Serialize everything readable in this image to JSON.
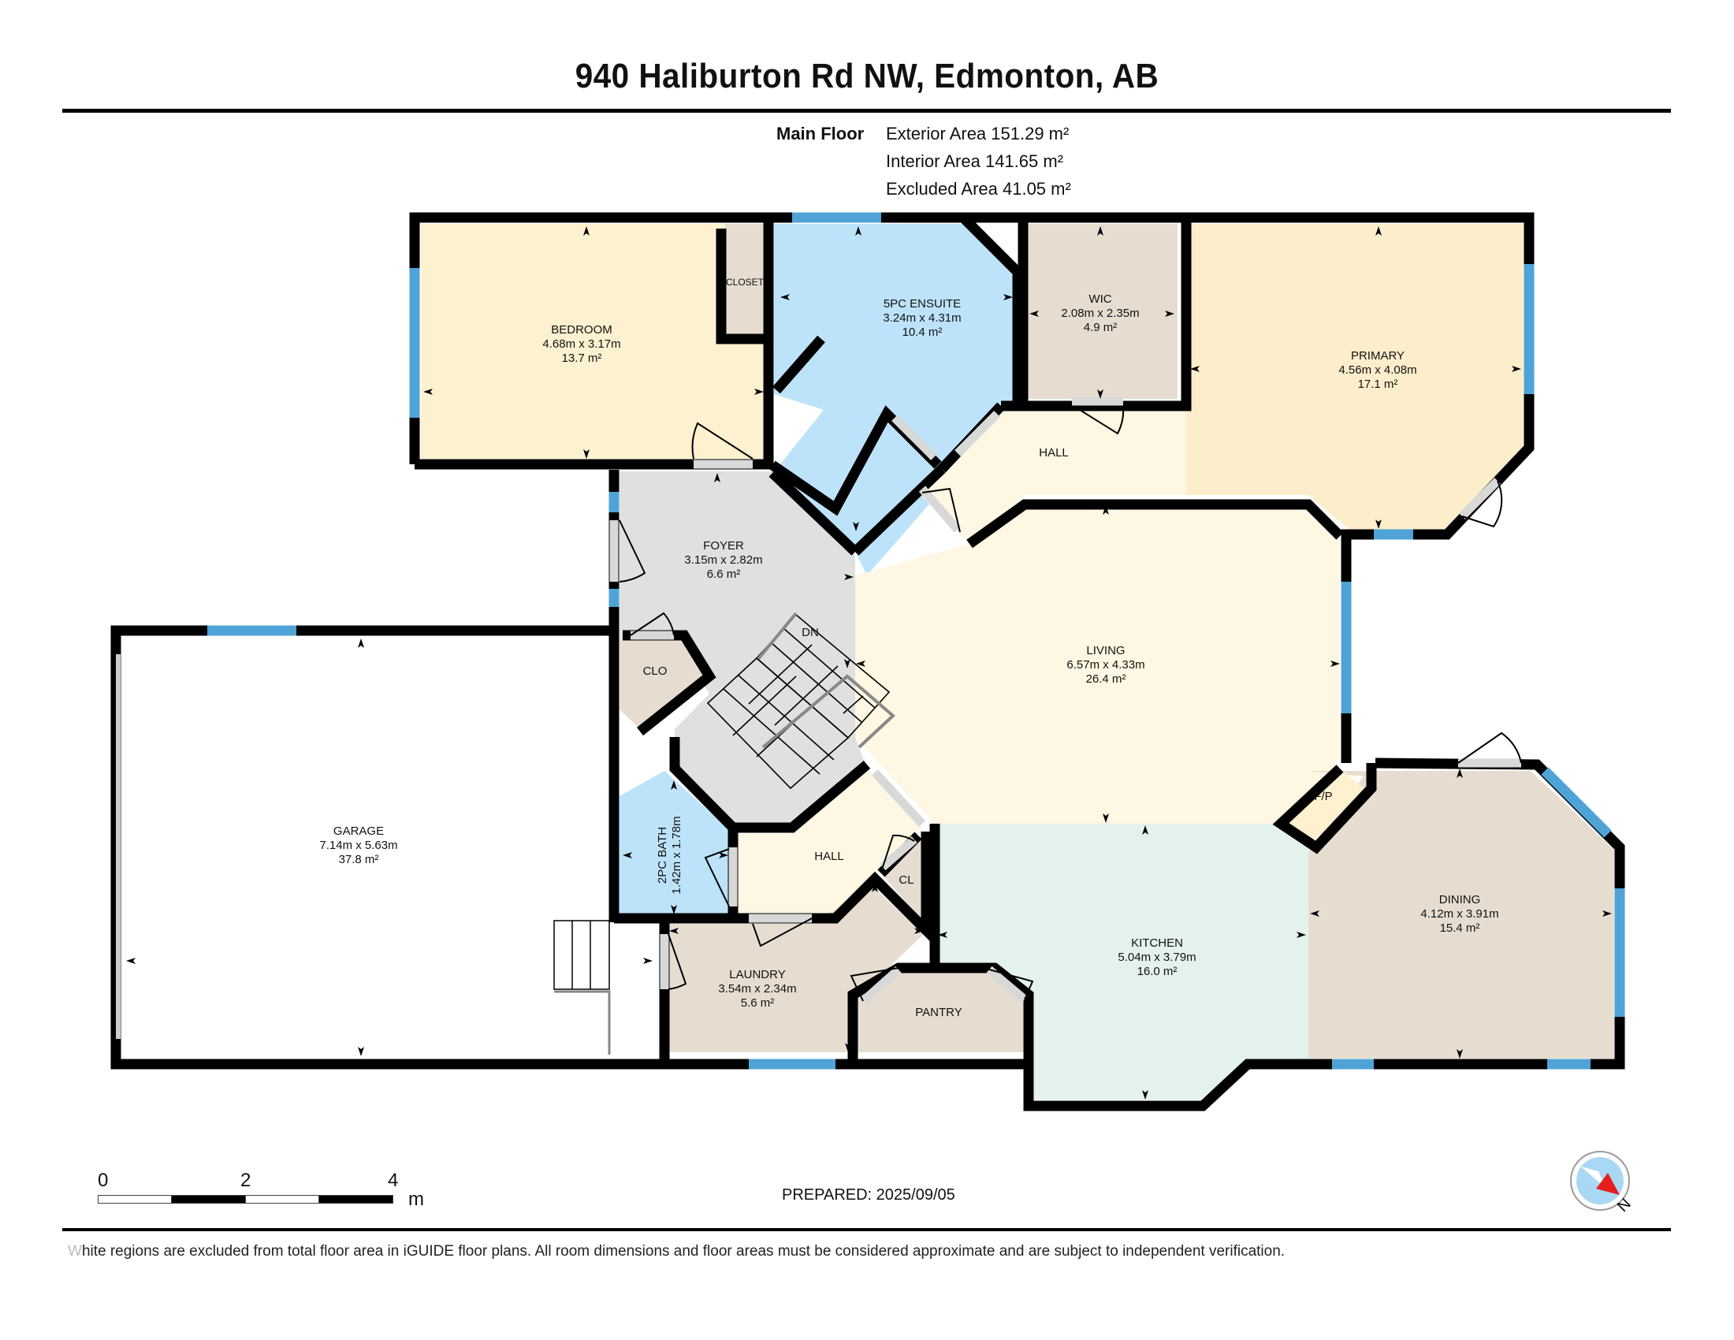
{
  "header": {
    "title": "940 Haliburton Rd NW, Edmonton, AB"
  },
  "summary": {
    "floor_name": "Main Floor",
    "exterior_area": "Exterior Area 151.29 m²",
    "interior_area": "Interior Area 141.65 m²",
    "excluded_area": "Excluded Area 41.05 m²"
  },
  "colors": {
    "wall": "#000000",
    "window": "#4fa3d6",
    "bedroom_fill": "#fdf1cf",
    "primary_fill": "#fdeecb",
    "hall_fill": "#fef7e3",
    "bath_fill": "#bde3fb",
    "closet_fill": "#e6ddd0",
    "foyer_fill": "#e0e0e0",
    "kitchen_fill": "#e4f2ec",
    "garage_fill": "#ffffff"
  },
  "rooms": {
    "bedroom": {
      "name": "BEDROOM",
      "dims": "4.68m x 3.17m",
      "area": "13.7 m²"
    },
    "closet": {
      "name": "CLOSET"
    },
    "ensuite": {
      "name": "5PC ENSUITE",
      "dims": "3.24m x 4.31m",
      "area": "10.4 m²"
    },
    "wic": {
      "name": "WIC",
      "dims": "2.08m x 2.35m",
      "area": "4.9 m²"
    },
    "primary": {
      "name": "PRIMARY",
      "dims": "4.56m x 4.08m",
      "area": "17.1 m²"
    },
    "hall_upper": {
      "name": "HALL"
    },
    "foyer": {
      "name": "FOYER",
      "dims": "3.15m x 2.82m",
      "area": "6.6 m²"
    },
    "stairs": {
      "name": "DN"
    },
    "clo": {
      "name": "CLO"
    },
    "living": {
      "name": "LIVING",
      "dims": "6.57m x 4.33m",
      "area": "26.4 m²"
    },
    "fireplace": {
      "name": "F/P"
    },
    "dining": {
      "name": "DINING",
      "dims": "4.12m x 3.91m",
      "area": "15.4 m²"
    },
    "garage": {
      "name": "GARAGE",
      "dims": "7.14m x 5.63m",
      "area": "37.8 m²"
    },
    "bath2": {
      "name": "2PC BATH",
      "dims": "1.42m x 1.78m"
    },
    "hall_lower": {
      "name": "HALL"
    },
    "cl": {
      "name": "CL"
    },
    "laundry": {
      "name": "LAUNDRY",
      "dims": "3.54m x 2.34m",
      "area": "5.6 m²"
    },
    "pantry": {
      "name": "PANTRY"
    },
    "kitchen": {
      "name": "KITCHEN",
      "dims": "5.04m x 3.79m",
      "area": "16.0 m²"
    }
  },
  "scale_bar": {
    "ticks": [
      "0",
      "2",
      "4"
    ],
    "unit": "m"
  },
  "prepared": "PREPARED: 2025/09/05",
  "compass": {
    "label": "N"
  },
  "footer": {
    "first_letter": "W",
    "text": "hite regions are excluded from total floor area in iGUIDE floor plans. All room dimensions and floor areas must be considered approximate and are subject to independent verification."
  }
}
